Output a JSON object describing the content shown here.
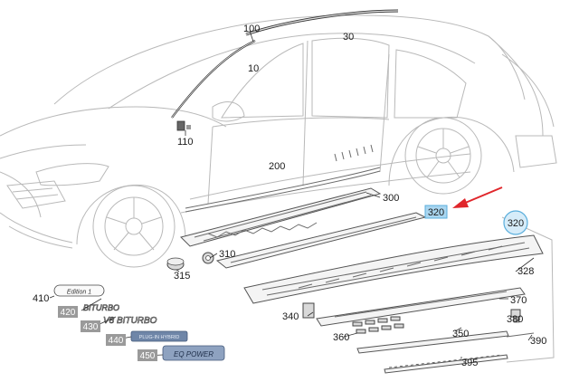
{
  "diagram": {
    "callouts": [
      {
        "id": "c100",
        "text": "100"
      },
      {
        "id": "c30",
        "text": "30"
      },
      {
        "id": "c10",
        "text": "10"
      },
      {
        "id": "c110",
        "text": "110"
      },
      {
        "id": "c200",
        "text": "200"
      },
      {
        "id": "c300",
        "text": "300"
      },
      {
        "id": "c310",
        "text": "310"
      },
      {
        "id": "c315",
        "text": "315"
      },
      {
        "id": "c328",
        "text": "328"
      },
      {
        "id": "c370",
        "text": "370"
      },
      {
        "id": "c340",
        "text": "340"
      },
      {
        "id": "c380",
        "text": "380"
      },
      {
        "id": "c350",
        "text": "350"
      },
      {
        "id": "c360",
        "text": "360"
      },
      {
        "id": "c390",
        "text": "390"
      },
      {
        "id": "c395",
        "text": "395"
      },
      {
        "id": "c410",
        "text": "410"
      }
    ],
    "highlighted": [
      {
        "id": "h320a",
        "text": "320"
      },
      {
        "id": "h320b",
        "text": "320"
      }
    ],
    "grey_tags": [
      {
        "id": "g420",
        "text": "420"
      },
      {
        "id": "g430",
        "text": "430"
      },
      {
        "id": "g440",
        "text": "440"
      },
      {
        "id": "g450",
        "text": "450"
      }
    ],
    "badges": {
      "edition": "Edition 1",
      "turbo_top": "BITURBO",
      "v8": "V8 BITURBO",
      "plugin": "PLUG-IN HYBRID",
      "eq": "EQ POWER"
    },
    "colors": {
      "highlight_fill": "#a9d6f0",
      "highlight_stroke": "#5aaedc",
      "tag_grey": "#9a9a9a",
      "arrow_red": "#e0262b",
      "plugin_blue": "#6f86a8"
    }
  }
}
